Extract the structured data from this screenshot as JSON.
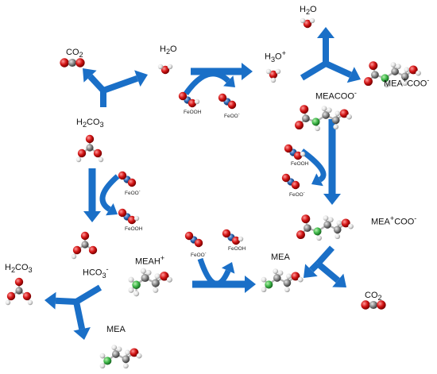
{
  "labels": {
    "co2_top": {
      "base": "CO",
      "sub": "2",
      "sup": ""
    },
    "h2o_left": {
      "base": "H",
      "sub": "2",
      "sup": "",
      "tail": "O"
    },
    "h3o": {
      "base": "H",
      "sub": "3",
      "sup": "+",
      "tail": "O"
    },
    "h2o_top_right": {
      "base": "H",
      "sub": "2",
      "sup": "",
      "tail": "O"
    },
    "h2co3_center": {
      "base": "H",
      "sub": "2",
      "sup": "",
      "tail": "CO",
      "sub2": "3"
    },
    "meacoo": {
      "text": "MEACOO",
      "sup": "-"
    },
    "mea_coo_top": {
      "text": "MEA",
      "sup": "+",
      "tail": "COO",
      "sup2": "-"
    },
    "mea_coo_mid": {
      "text": "MEA",
      "sup": "+",
      "tail": "COO",
      "sup2": "-"
    },
    "hco3": {
      "base": "HCO",
      "sub": "3",
      "sup": "-"
    },
    "meah": {
      "text": "MEAH",
      "sup": "+"
    },
    "mea_mid": {
      "text": "MEA"
    },
    "co2_bottom": {
      "base": "CO",
      "sub": "2"
    },
    "h2co3_left": {
      "base": "H",
      "sub": "2",
      "tail": "CO",
      "sub2": "3"
    },
    "mea_bottom": {
      "text": "MEA"
    }
  },
  "small_labels": {
    "feooh_1": "FeOOH",
    "feoo_1": "FeOO",
    "feooh_2": "FeOOH",
    "feoo_2": "FeOO",
    "feoo_3": "FeOO",
    "feooh_3": "FeOOH",
    "feoo_4": "FeOO",
    "feooh_4": "FeOOH"
  },
  "colors": {
    "arrow": "#1a6fc7",
    "oxygen": "#d31515",
    "carbon": "#8a8a8a",
    "hydrogen": "#e6e6e6",
    "nitrogen": "#3fb84a",
    "iron": "#2a64b0"
  }
}
